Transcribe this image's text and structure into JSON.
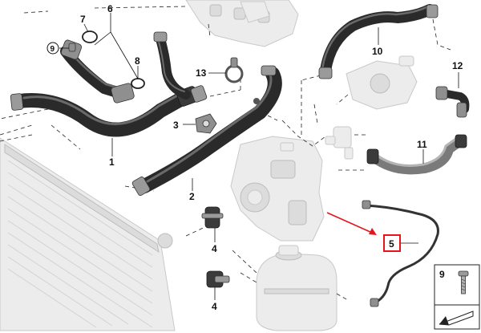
{
  "diagram": {
    "callouts": {
      "p1": "1",
      "p2": "2",
      "p3": "3",
      "p4_upper": "4",
      "p4_lower": "4",
      "p5": "5",
      "p6": "6",
      "p7": "7",
      "p8": "8",
      "p9": "9",
      "p10": "10",
      "p11": "11",
      "p12": "12",
      "p13": "13"
    },
    "legend": {
      "number": "9"
    },
    "colors": {
      "highlight_box": "#e8141b",
      "arrow": "#e8141b",
      "hose": "#2a2a2a",
      "ghost_parts": "#ececec"
    }
  }
}
